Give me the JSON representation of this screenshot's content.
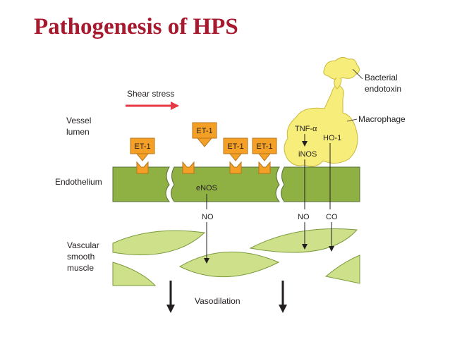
{
  "title": "Pathogenesis of HPS",
  "labels": {
    "vessel_lumen": [
      "Vessel",
      "lumen"
    ],
    "endothelium": "Endothelium",
    "vascular_smooth_muscle": [
      "Vascular",
      "smooth",
      "muscle"
    ],
    "shear_stress": "Shear stress",
    "bacterial_endotoxin": [
      "Bacterial",
      "endotoxin"
    ],
    "macrophage": "Macrophage",
    "tnf_alpha": "TNF-α",
    "ho1": "HO-1",
    "inos": "iNOS",
    "enos": "eNOS",
    "no_left": "NO",
    "no_right": "NO",
    "co": "CO",
    "vasodilation": "Vasodilation",
    "et1": "ET-1"
  },
  "colors": {
    "title": "#a6192e",
    "arrow_red": "#e63946",
    "endothelium": "#8fb043",
    "muscle": "#cfe08a",
    "receptor": "#f4a026",
    "macrophage": "#f7ed7a"
  }
}
